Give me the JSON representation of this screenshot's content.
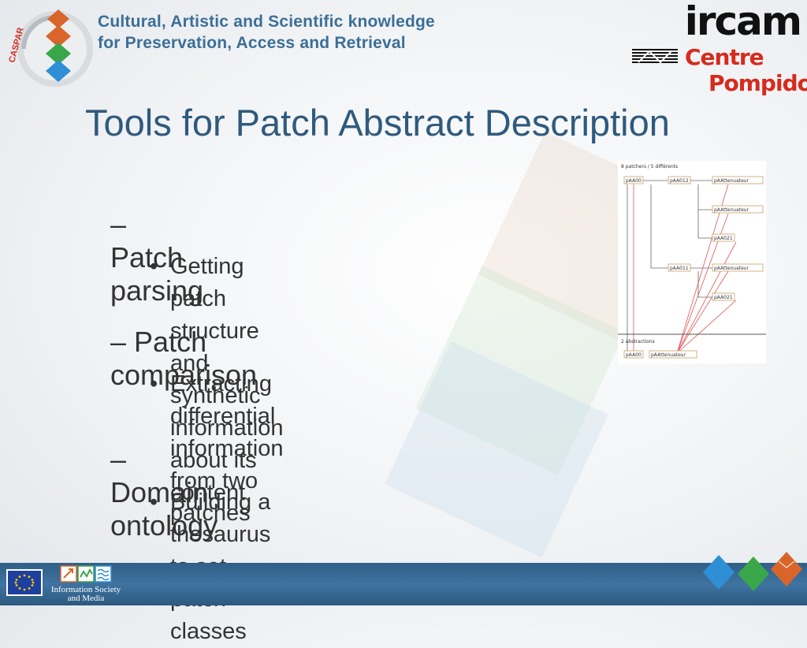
{
  "header": {
    "logo_text": "CASPAR",
    "tagline_line1": "Cultural, Artistic and Scientific knowledge",
    "tagline_line2": "for Preservation, Access and Retrieval",
    "ircam": "ircam",
    "centre": "Centre",
    "pompidou": "Pompidou"
  },
  "slide": {
    "title": "Tools for Patch Abstract Description",
    "items": [
      {
        "level": 1,
        "dash": "–",
        "text": "Patch parsing"
      },
      {
        "level": 2,
        "bullet": "•",
        "lines": [
          "Getting patch structure and synthetic",
          "information about its content"
        ]
      },
      {
        "level": 1,
        "dash": "–",
        "text": "Patch comparison"
      },
      {
        "level": 2,
        "bullet": "•",
        "lines": [
          "Extracting differential information from two",
          "patches"
        ]
      },
      {
        "level": 1,
        "dash": "–",
        "text": "Domain ontology"
      },
      {
        "level": 2,
        "bullet": "•",
        "lines": [
          "Building a thesaurus to set patch classes"
        ]
      }
    ]
  },
  "diagram": {
    "header": "8 patchers / 5 différents",
    "nodes": [
      "pAA00",
      "pAA012",
      "pAAttenuateur",
      "pAAttenuateur",
      "pAA021",
      "pAA011",
      "pAAttenuateur",
      "pAA021"
    ],
    "section2": "2 abstractions",
    "abstractions": [
      "pAA00",
      "pAAttenuateur"
    ]
  },
  "footer": {
    "isl_line1": "Information Society",
    "isl_line2": "and Media"
  },
  "colors": {
    "title": "#2f5a7e",
    "footer": "#3a6c98",
    "accent_red": "#d52b1e",
    "diamond_blue": "#2f8fd6",
    "diamond_green": "#3aa64a",
    "diamond_orange": "#d9652b"
  }
}
